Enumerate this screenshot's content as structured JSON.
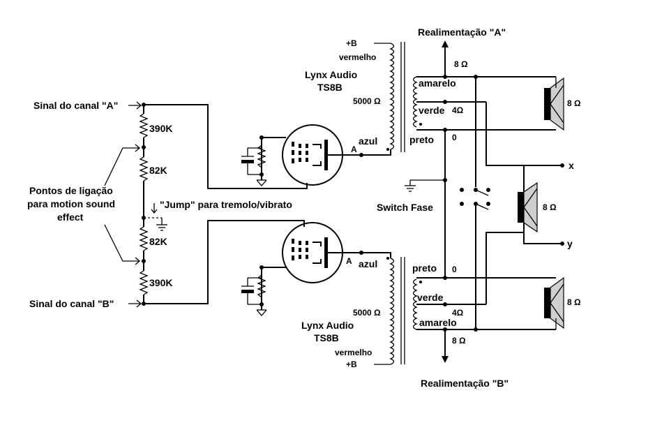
{
  "labels": {
    "input_a": "Sinal do canal \"A\"",
    "input_b": "Sinal do canal \"B\"",
    "r1": "390K",
    "r2": "82K",
    "r3": "82K",
    "r4": "390K",
    "pontos_line1": "Pontos de ligação",
    "pontos_line2": "para motion sound",
    "pontos_line3": "effect",
    "jump": "\"Jump\" para tremolo/vibrato",
    "feedback_a": "Realimentação \"A\"",
    "feedback_b": "Realimentação \"B\"",
    "transformer_a_line1": "Lynx Audio",
    "transformer_a_line2": "TS8B",
    "transformer_b_line1": "Lynx Audio",
    "transformer_b_line2": "TS8B",
    "plus_b_a": "+B",
    "plus_b_b": "+B",
    "vermelho_a": "vermelho",
    "vermelho_b": "vermelho",
    "imp_a": "5000 Ω",
    "imp_b": "5000 Ω",
    "azul_a": "azul",
    "azul_b": "azul",
    "anode_a": "A",
    "anode_b": "A",
    "amarelo_a": "amarelo",
    "amarelo_b": "amarelo",
    "verde_a": "verde",
    "verde_b": "verde",
    "preto_a": "preto",
    "preto_b": "preto",
    "tap8_a": "8 Ω",
    "tap8_b": "8 Ω",
    "tap4_a": "4Ω",
    "tap4_b": "4Ω",
    "tap0_a": "0",
    "tap0_b": "0",
    "switch": "Switch Fase",
    "spk_a": "8 Ω",
    "spk_mid": "8 Ω",
    "spk_b": "8 Ω",
    "out_x": "x",
    "out_y": "y"
  },
  "icons": [
    "arrow-right-icon",
    "resistor-icon",
    "pentode-tube-icon",
    "capacitor-icon",
    "ground-icon",
    "transformer-icon",
    "switch-icon",
    "speaker-icon"
  ]
}
